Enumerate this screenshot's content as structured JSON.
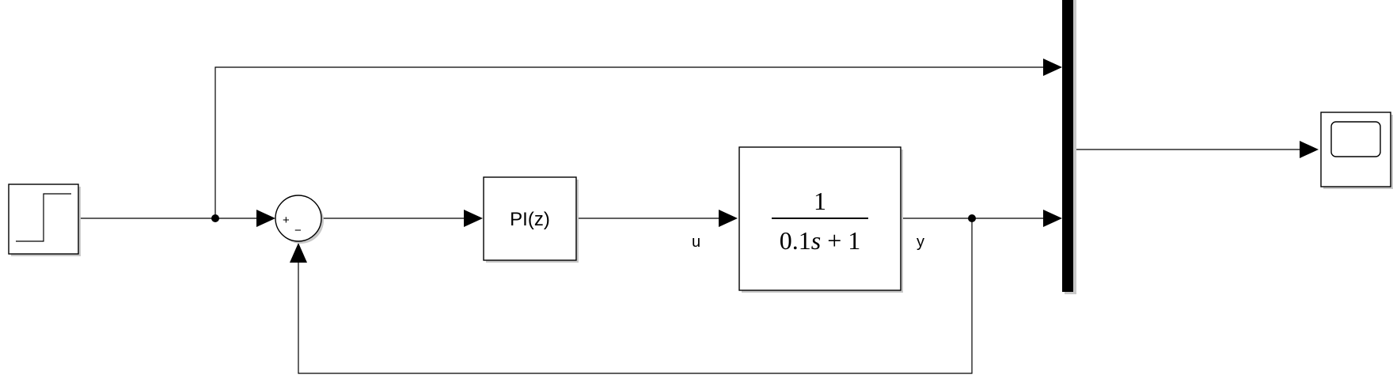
{
  "blocks": {
    "step": {
      "icon": "step-icon"
    },
    "sum": {
      "plus_sign": "+",
      "minus_sign": "−"
    },
    "pi_controller": {
      "label": "PI(z)"
    },
    "transfer_fcn": {
      "numerator": "1",
      "denominator_coef": "0.1",
      "denominator_var": "s",
      "denominator_rest": " + 1"
    },
    "mux": {},
    "scope": {
      "icon": "scope-icon"
    }
  },
  "signals": {
    "u_label": "u",
    "y_label": "y"
  }
}
